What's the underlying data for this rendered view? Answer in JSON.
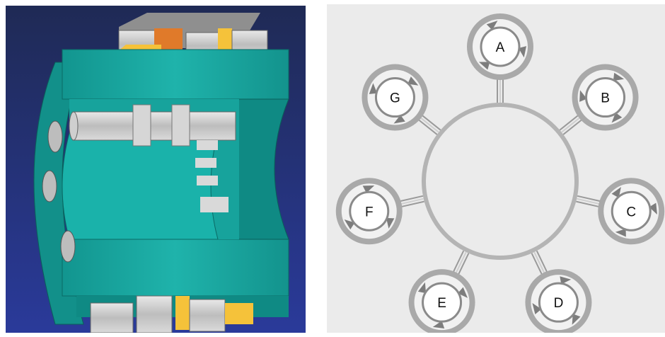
{
  "panels": {
    "left": {
      "subject": "cross-section-3d-model"
    },
    "right": {
      "subject": "ring-with-seven-chambers"
    }
  },
  "chambers": [
    {
      "label": "A"
    },
    {
      "label": "B"
    },
    {
      "label": "C"
    },
    {
      "label": "D"
    },
    {
      "label": "E"
    },
    {
      "label": "F"
    },
    {
      "label": "G"
    }
  ],
  "colors": {
    "background_gradient_top": "#1f2a55",
    "background_gradient_bottom": "#2a3a9a",
    "housing_teal": "#1aa7a0",
    "housing_teal_dark": "#0e7f79",
    "metal_gray": "#c8c8c8",
    "accent_yellow": "#f5c23a",
    "accent_orange": "#e07a2a",
    "ring_gray": "#b4b4b4",
    "diagram_background": "#ebebeb"
  }
}
